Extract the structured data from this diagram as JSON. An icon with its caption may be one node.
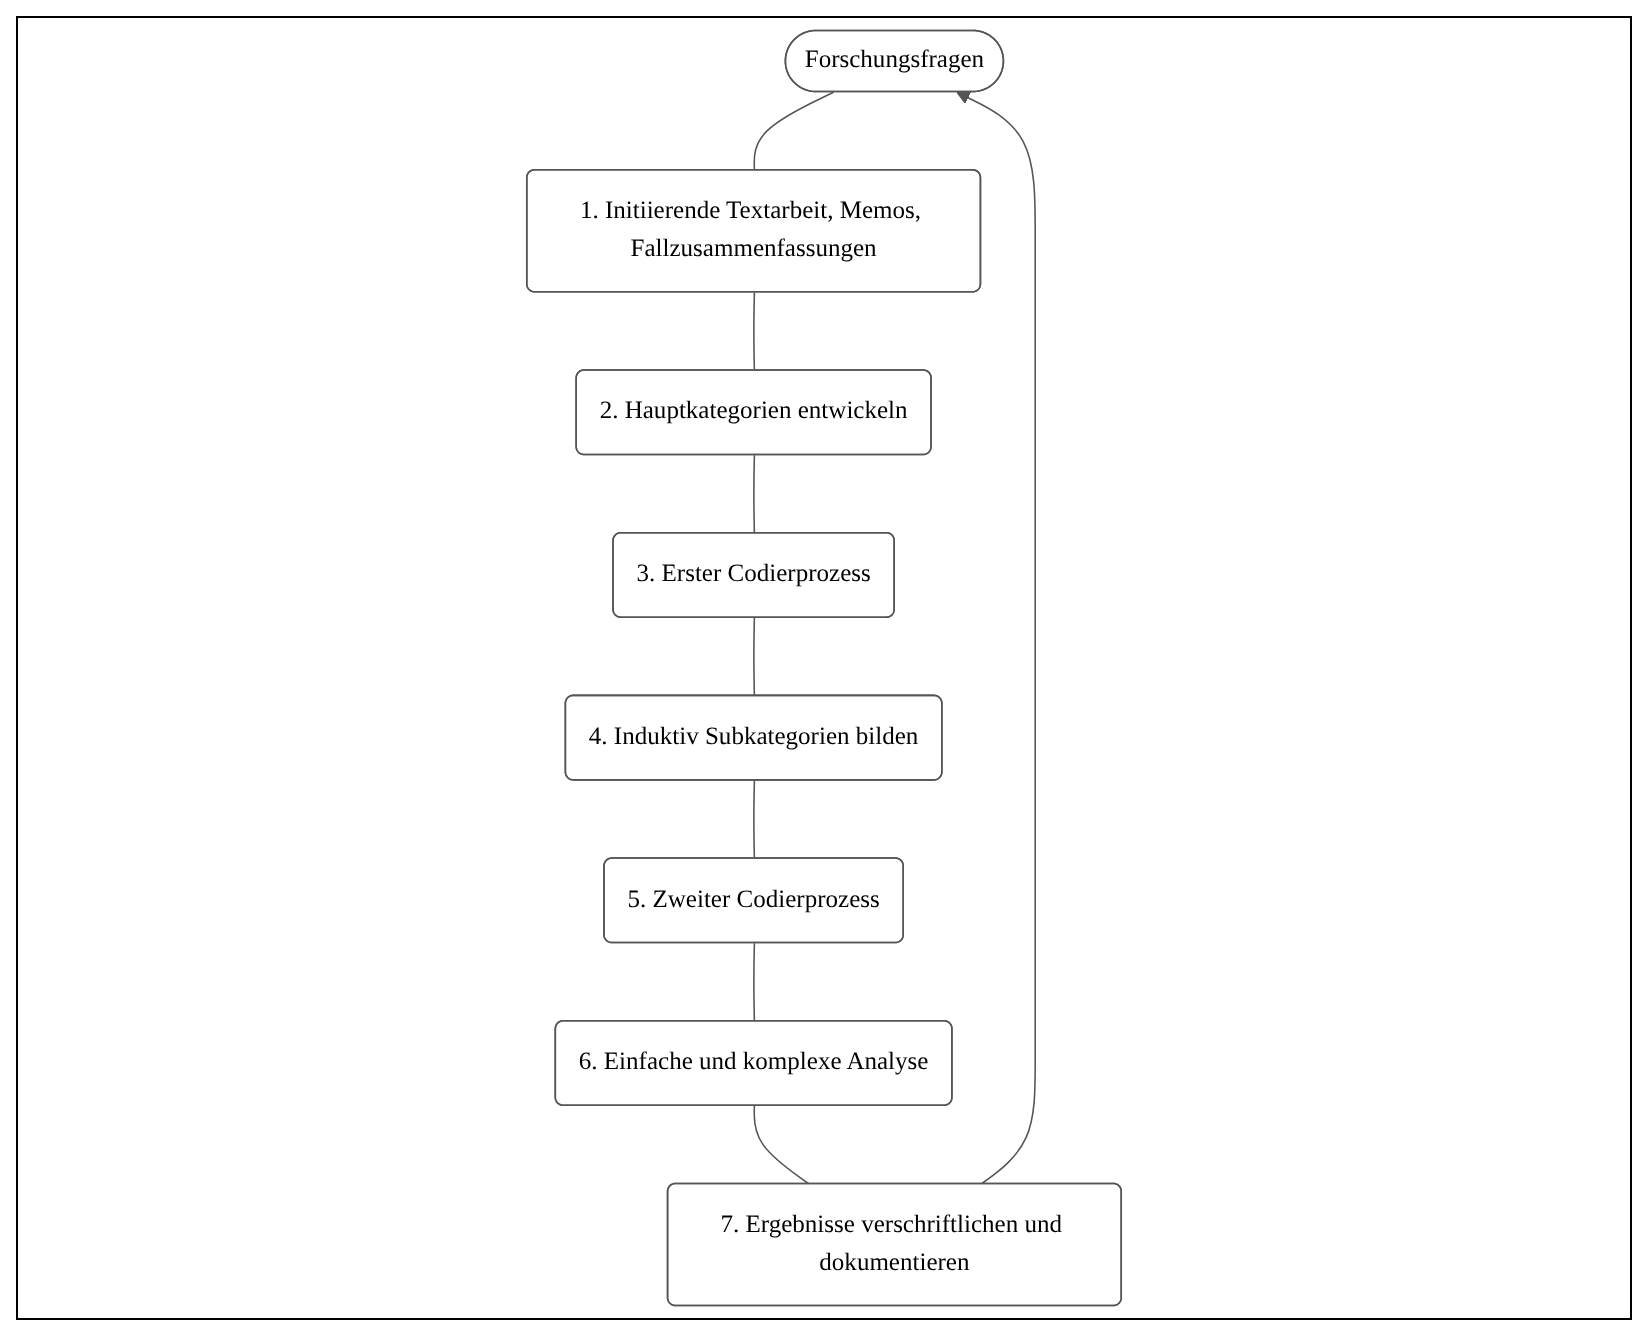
{
  "diagram": {
    "nodes": [
      {
        "text": [
          "Forschungsfragen"
        ]
      },
      {
        "text": [
          "1. Initiierende Textarbeit, Memos, Fallzusammenfassungen"
        ]
      },
      {
        "text": [
          "2. Hauptkategorien entwickeln"
        ]
      },
      {
        "text": [
          "3. Erster Codierprozess"
        ]
      },
      {
        "text": [
          "4. Induktiv Subkategorien bilden"
        ]
      },
      {
        "text": [
          "5. Zweiter Codierprozess"
        ]
      },
      {
        "text": [
          "6. Einfache und komplexe Analyse"
        ]
      },
      {
        "text": [
          "7. Ergebnisse verschriftlichen und dokumentieren"
        ]
      }
    ],
    "edges": [
      {
        "from": 0,
        "to": 1,
        "arrow": "none"
      },
      {
        "from": 1,
        "to": 2,
        "arrow": "none"
      },
      {
        "from": 2,
        "to": 3,
        "arrow": "none"
      },
      {
        "from": 3,
        "to": 4,
        "arrow": "none"
      },
      {
        "from": 4,
        "to": 5,
        "arrow": "none"
      },
      {
        "from": 5,
        "to": 6,
        "arrow": "none"
      },
      {
        "from": 6,
        "to": 7,
        "arrow": "none"
      },
      {
        "from": 7,
        "to": 0,
        "arrow": "to"
      }
    ]
  }
}
